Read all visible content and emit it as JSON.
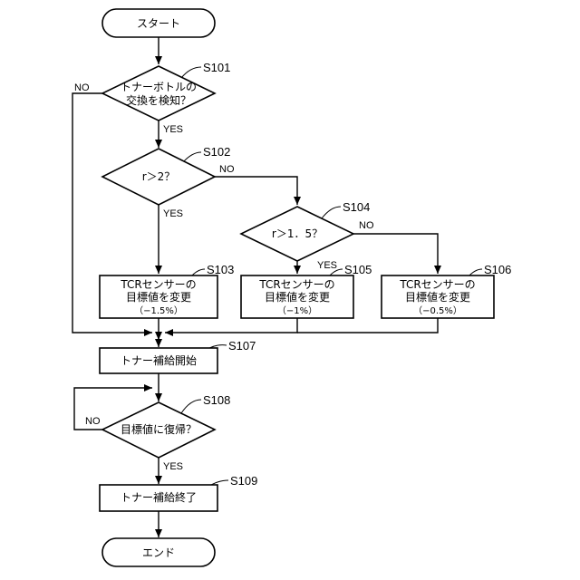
{
  "nodes": {
    "start": {
      "text": "スタート"
    },
    "s101": {
      "id": "S101",
      "line1": "トナーボトルの",
      "line2": "交換を検知？"
    },
    "s102": {
      "id": "S102",
      "text": "r＞2？"
    },
    "s104": {
      "id": "S104",
      "text": "r＞1．5？"
    },
    "s103": {
      "id": "S103",
      "line1": "TCRセンサーの",
      "line2": "目標値を変更",
      "line3": "（−1.5%）"
    },
    "s105": {
      "id": "S105",
      "line1": "TCRセンサーの",
      "line2": "目標値を変更",
      "line3": "（−1%）"
    },
    "s106": {
      "id": "S106",
      "line1": "TCRセンサーの",
      "line2": "目標値を変更",
      "line3": "（−0.5%）"
    },
    "s107": {
      "id": "S107",
      "text": "トナー補給開始"
    },
    "s108": {
      "id": "S108",
      "text": "目標値に復帰？"
    },
    "s109": {
      "id": "S109",
      "text": "トナー補給終了"
    },
    "end": {
      "text": "エンド"
    }
  },
  "labels": {
    "s101_no": "NO",
    "s101_yes": "YES",
    "s102_no": "NO",
    "s102_yes": "YES",
    "s104_no": "NO",
    "s104_yes": "YES",
    "s108_no": "NO",
    "s108_yes": "YES"
  }
}
